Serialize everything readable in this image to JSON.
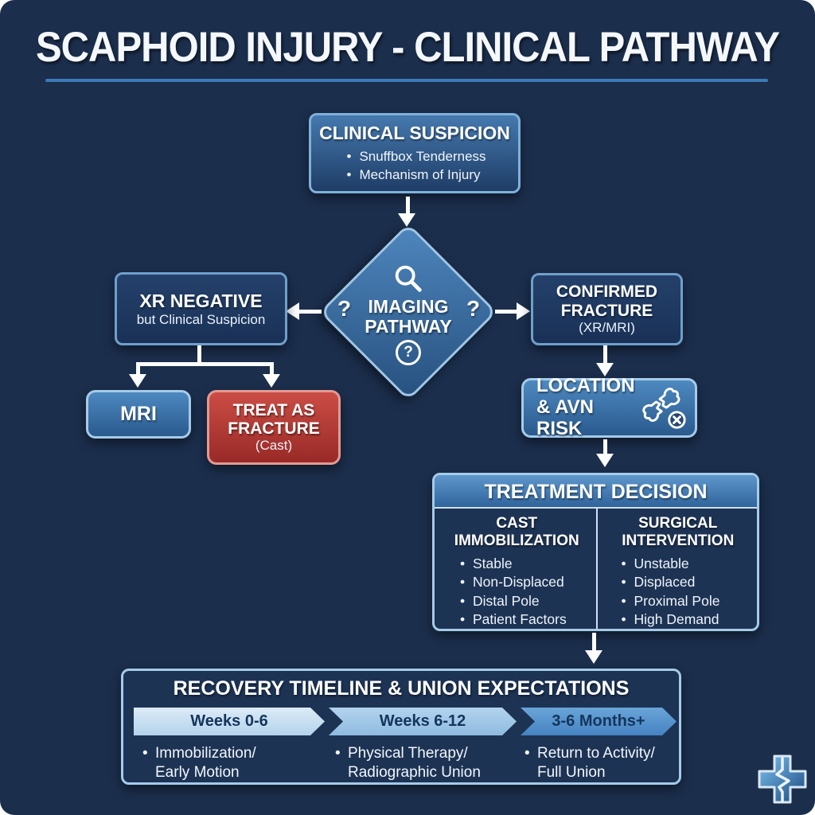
{
  "page": {
    "title": "SCAPHOID INJURY - CLINICAL PATHWAY"
  },
  "colors": {
    "background": "#1b2e4c",
    "underline": "#3c7ab8",
    "box_border_light": "#a5cbe9",
    "box_blue_top": "#4d89c0",
    "box_blue_bottom": "#2a5a8e",
    "danger_red_top": "#cb4d45",
    "danger_red_bottom": "#992a27",
    "arrow": "#fbfdfe",
    "timeline_phase1": "#cfe4f4",
    "timeline_phase2": "#a9cdea",
    "timeline_phase3": "#5e9bd3",
    "timeline_text": "#14355c"
  },
  "nodes": {
    "clinical_suspicion": {
      "title": "CLINICAL SUSPICION",
      "bullets": [
        "Snuffbox Tenderness",
        "Mechanism of Injury"
      ]
    },
    "imaging_pathway": {
      "title": "IMAGING\nPATHWAY",
      "icon": "magnifier-icon",
      "circle_question": "?",
      "side_question_left": "?",
      "side_question_right": "?"
    },
    "xr_negative": {
      "title": "XR NEGATIVE",
      "subtitle": "but Clinical Suspicion"
    },
    "mri": {
      "title": "MRI"
    },
    "treat_as_fracture": {
      "title": "TREAT AS FRACTURE",
      "subtitle": "(Cast)"
    },
    "confirmed_fracture": {
      "title": "CONFIRMED FRACTURE",
      "subtitle": "(XR/MRI)"
    },
    "location_avn": {
      "title": "LOCATION\n& AVN RISK",
      "icon": "fractured-bone-icon"
    },
    "treatment_decision": {
      "title": "TREATMENT DECISION",
      "columns": [
        {
          "title": "CAST IMMOBILIZATION",
          "bullets": [
            "Stable",
            "Non-Displaced",
            "Distal Pole",
            "Patient Factors"
          ]
        },
        {
          "title": "SURGICAL INTERVENTION",
          "bullets": [
            "Unstable",
            "Displaced",
            "Proximal Pole",
            "High Demand"
          ]
        }
      ]
    },
    "recovery": {
      "title": "RECOVERY TIMELINE & UNION EXPECTATIONS",
      "phases": [
        {
          "label": "Weeks 0-6",
          "bullets": [
            "Immobilization/\nEarly Motion"
          ]
        },
        {
          "label": "Weeks 6-12",
          "bullets": [
            "Physical Therapy/\nRadiographic Union"
          ]
        },
        {
          "label": "3-6 Months+",
          "bullets": [
            "Return to Activity/\nFull Union"
          ]
        }
      ]
    }
  },
  "footer": {
    "icon": "medical-cross-pulse-icon"
  }
}
